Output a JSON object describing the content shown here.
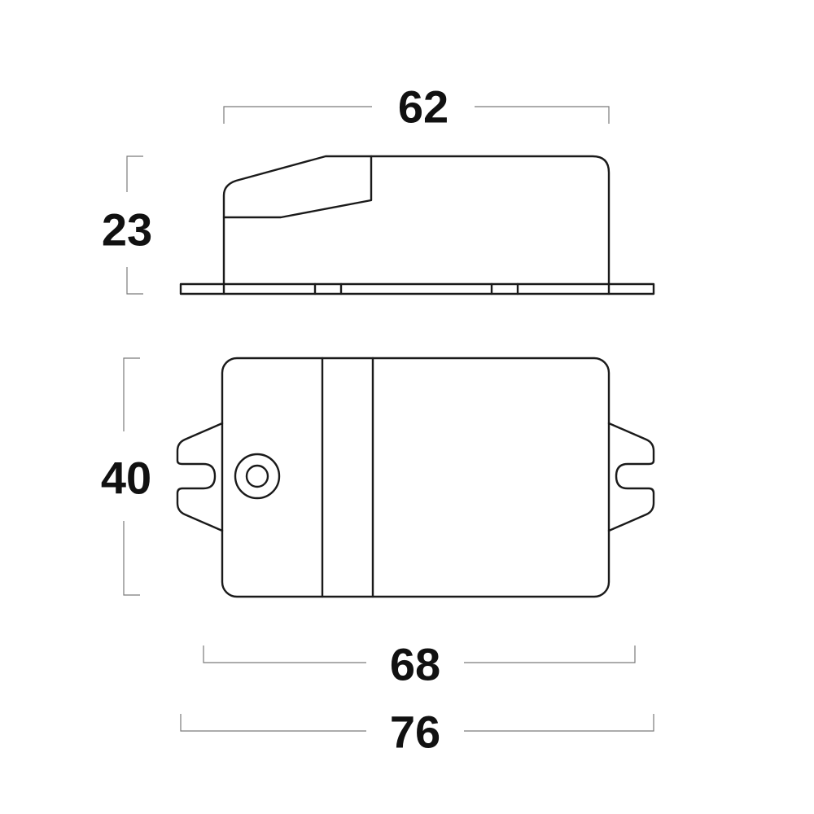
{
  "dimensions": {
    "top_width": "62",
    "height": "23",
    "depth": "40",
    "body_width": "68",
    "overall_width": "76"
  },
  "colors": {
    "outline": "#1a1a1a",
    "dimension_line": "#7a7a7a",
    "label": "#111111",
    "background": "#ffffff"
  }
}
